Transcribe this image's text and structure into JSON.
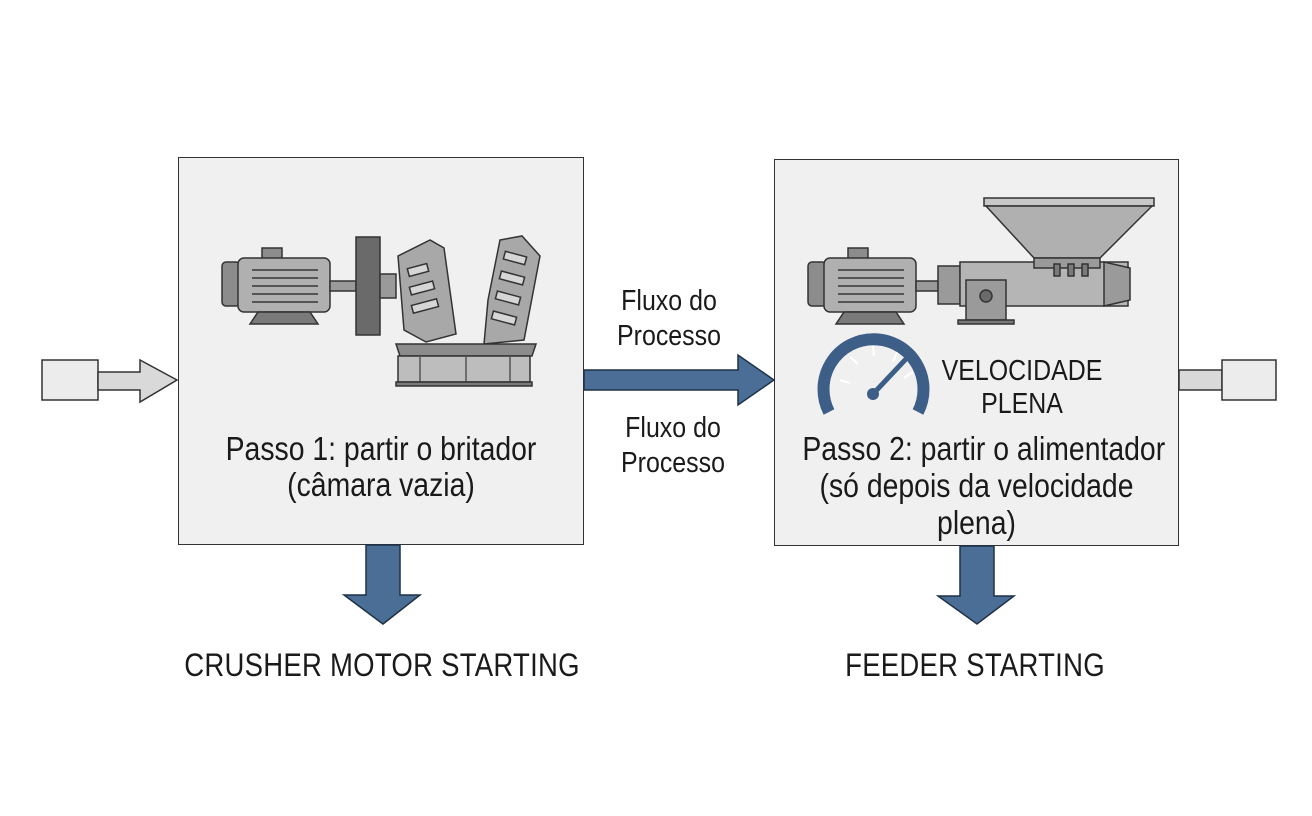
{
  "step1": {
    "caption_line1": "Passo 1: partir o britador",
    "caption_line2": "(câmara vazia)",
    "bottom_label": "CRUSHER MOTOR STARTING"
  },
  "step2": {
    "caption_line1": "Passo 2: partir o alimentador",
    "caption_line2": "(só depois da velocidade",
    "caption_line3": "plena)",
    "bottom_label": "FEEDER STARTING",
    "speed_line1": "VELOCIDADE",
    "speed_line2": "PLENA"
  },
  "flow_top": {
    "line1": "Fluxo do",
    "line2": "Processo"
  },
  "flow_bottom": {
    "line1": "Fluxo do",
    "line2": "Processo"
  },
  "colors": {
    "arrow_blue": "#4a6e96",
    "arrow_stroke": "#1f3147",
    "box_fill": "#f0f0f0",
    "machine_gray": "#a8a8a8",
    "machine_dark": "#4a4a4a"
  },
  "icons": [
    "motor-icon",
    "jaw-crusher-icon",
    "screw-feeder-icon",
    "hopper-icon",
    "speedometer-icon"
  ]
}
